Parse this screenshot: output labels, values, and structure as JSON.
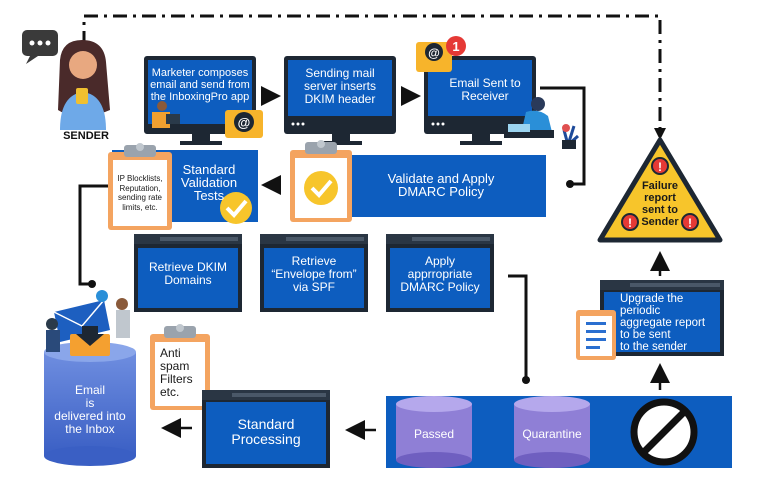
{
  "sender_label": "SENDER",
  "notification_count": "1",
  "steps": {
    "compose": "Marketer composes\nemail and send from\nthe InboxingPro app",
    "dkim_insert": "Sending mail\nserver inserts\nDKIM header",
    "sent": "Email Sent to\nReceiver",
    "dmarc_validate": "Validate and  Apply\nDMARC Policy",
    "standard_validation": "Standard\nValidation\nTests",
    "clipboard_checks": "IP Blocklists,\nReputation,\nsending rate\nlimits, etc.",
    "retrieve_dkim": "Retrieve DKIM\nDomains",
    "retrieve_spf": "Retrieve\n“Envelope from”\nvia SPF",
    "apply_dmarc": "Apply\napprropriate\nDMARC Policy",
    "failure_report": "Failure\nreport\nsent to\nSender",
    "aggregate_report": "Upgrade the\nperiodic\naggregate report\nto be sent\nto the sender",
    "anti_spam": "Anti\nspam\nFilters\netc.",
    "standard_processing": "Standard\nProcessing",
    "inbox": "Email\nis\ndelivered into\nthe Inbox",
    "passed": "Passed",
    "quarantine": "Quarantine"
  },
  "colors": {
    "blue": "#0d5dbf",
    "dark": "#1d2733",
    "purple": "#8f7fd6",
    "yellow": "#f7c52b",
    "red": "#e53935",
    "cylinder_blue": "#5f7fd6"
  }
}
